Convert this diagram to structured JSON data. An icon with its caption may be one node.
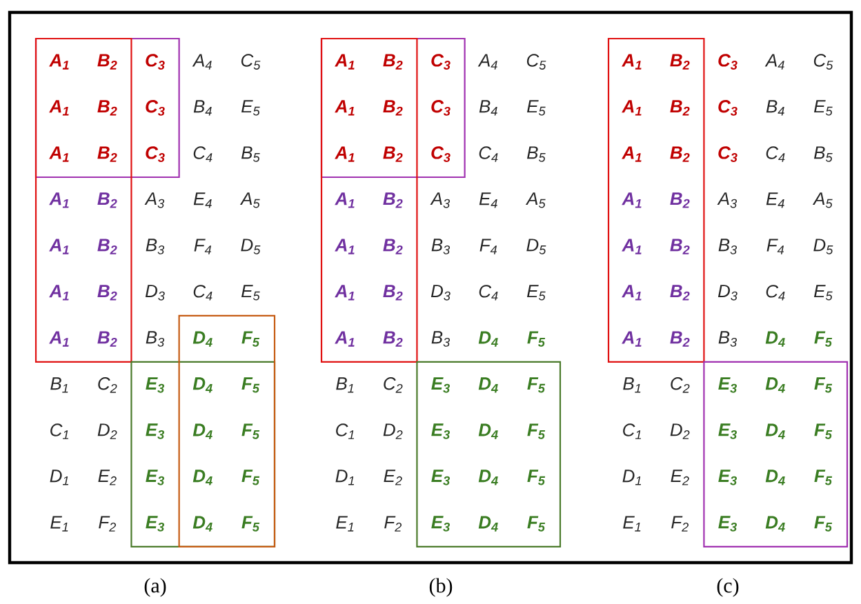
{
  "diagram": {
    "labels": [
      "A$_{1}$",
      "B$_{2}$",
      "C$_{3}$",
      "A$_{4}$",
      "C$_{5}$",
      "A$_{1}$",
      "B$_{2}$",
      "C$_{3}$",
      "B$_{4}$",
      "E$_{5}$",
      "A$_{1}$",
      "B$_{2}$",
      "C$_{3}$",
      "C$_{4}$",
      "B$_{5}$",
      "A$_{1}$",
      "B$_{2}$",
      "A$_{3}$",
      "E$_{4}$",
      "A$_{5}$",
      "A$_{1}$",
      "B$_{2}$",
      "B$_{3}$",
      "F$_{4}$",
      "D$_{5}$",
      "A$_{1}$",
      "B$_{2}$",
      "D$_{3}$",
      "C$_{4}$",
      "E$_{5}$",
      "A$_{1}$",
      "B$_{2}$",
      "B$_{3}$",
      "D$_{4}$",
      "F$_{5}$",
      "B$_{1}$",
      "C$_{2}$",
      "E$_{3}$",
      "D$_{4}$",
      "F$_{5}$",
      "C$_{1}$",
      "D$_{2}$",
      "E$_{3}$",
      "D$_{4}$",
      "F$_{5}$",
      "D$_{1}$",
      "E$_{2}$",
      "E$_{3}$",
      "D$_{4}$",
      "F$_{5}$",
      "E$_{1}$",
      "F$_{2}$",
      "E$_{3}$",
      "D$_{4}$",
      "F$_{5}$",
      "(a)",
      "A$_{1}$",
      "B$_{2}$",
      "C$_{3}$",
      "A$_{4}$",
      "C$_{5}$",
      "A$_{1}$",
      "B$_{2}$",
      "C$_{3}$",
      "B$_{4}$",
      "E$_{5}$",
      "A$_{1}$",
      "B$_{2}$",
      "C$_{3}$",
      "C$_{4}$",
      "B$_{5}$",
      "A$_{1}$",
      "B$_{2}$",
      "A$_{3}$",
      "E$_{4}$",
      "A$_{5}$",
      "A$_{1}$",
      "B$_{2}$",
      "B$_{3}$",
      "F$_{4}$",
      "D$_{5}$",
      "A$_{1}$",
      "B$_{2}$",
      "D$_{3}$",
      "C$_{4}$",
      "E$_{5}$",
      "A$_{1}$",
      "B$_{2}$",
      "B$_{3}$",
      "D$_{4}$",
      "F$_{5}$",
      "B$_{1}$",
      "C$_{2}$",
      "E$_{3}$",
      "D$_{4}$",
      "F$_{5}$",
      "C$_{1}$",
      "D$_{2}$",
      "E$_{3}$",
      "D$_{4}$",
      "F$_{5}$",
      "D$_{1}$",
      "E$_{2}$",
      "E$_{3}$",
      "D$_{4}$",
      "F$_{5}$",
      "E$_{1}$",
      "F$_{2}$",
      "E$_{3}$",
      "D$_{4}$",
      "F$_{5}$",
      "(b)",
      "A$_{1}$",
      "B$_{2}$",
      "C$_{3}$",
      "A$_{4}$",
      "C$_{5}$",
      "A$_{1}$",
      "B$_{2}$",
      "C$_{3}$",
      "B$_{4}$",
      "E$_{5}$",
      "A$_{1}$",
      "B$_{2}$",
      "C$_{3}$",
      "C$_{4}$",
      "B$_{5}$",
      "A$_{1}$",
      "B$_{2}$",
      "A$_{3}$",
      "E$_{4}$",
      "A$_{5}$",
      "A$_{1}$",
      "B$_{2}$",
      "B$_{3}$",
      "F$_{4}$",
      "D$_{5}$",
      "A$_{1}$",
      "B$_{2}$",
      "D$_{3}$",
      "C$_{4}$",
      "E$_{5}$",
      "A$_{1}$",
      "B$_{2}$",
      "B$_{3}$",
      "D$_{4}$",
      "F$_{5}$",
      "B$_{1}$",
      "C$_{2}$",
      "E$_{3}$",
      "D$_{4}$",
      "F$_{5}$",
      "C$_{1}$",
      "D$_{2}$",
      "E$_{3}$",
      "D$_{4}$",
      "F$_{5}$",
      "D$_{1}$",
      "E$_{2}$",
      "E$_{3}$",
      "D$_{4}$",
      "F$_{5}$",
      "E$_{1}$",
      "F$_{2}$",
      "E$_{3}$",
      "D$_{4}$",
      "F$_{5}$",
      "(c)"
    ]
  }
}
